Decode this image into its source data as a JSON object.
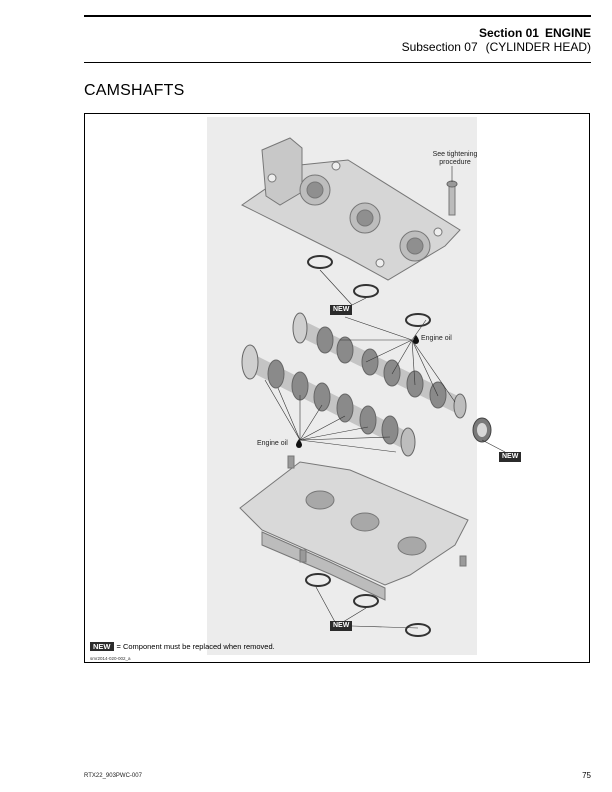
{
  "header": {
    "section_label": "Section 01",
    "section_name": "ENGINE",
    "subsection_label": "Subsection 07",
    "subsection_name": "(CYLINDER HEAD)"
  },
  "page": {
    "heading": "CAMSHAFTS",
    "footer_code": "RTX22_903PWC-007",
    "page_number": "75"
  },
  "figure": {
    "callout_tightening": "See tightening procedure",
    "callout_oil_upper": "Engine oil",
    "callout_oil_lower": "Engine oil",
    "new_badge_text": "NEW",
    "legend_badge": "NEW",
    "legend_text": "= Component must be replaced when removed.",
    "figure_id": "smr2014-020-002_a"
  },
  "icons": [
    "oil-drop-icon"
  ]
}
